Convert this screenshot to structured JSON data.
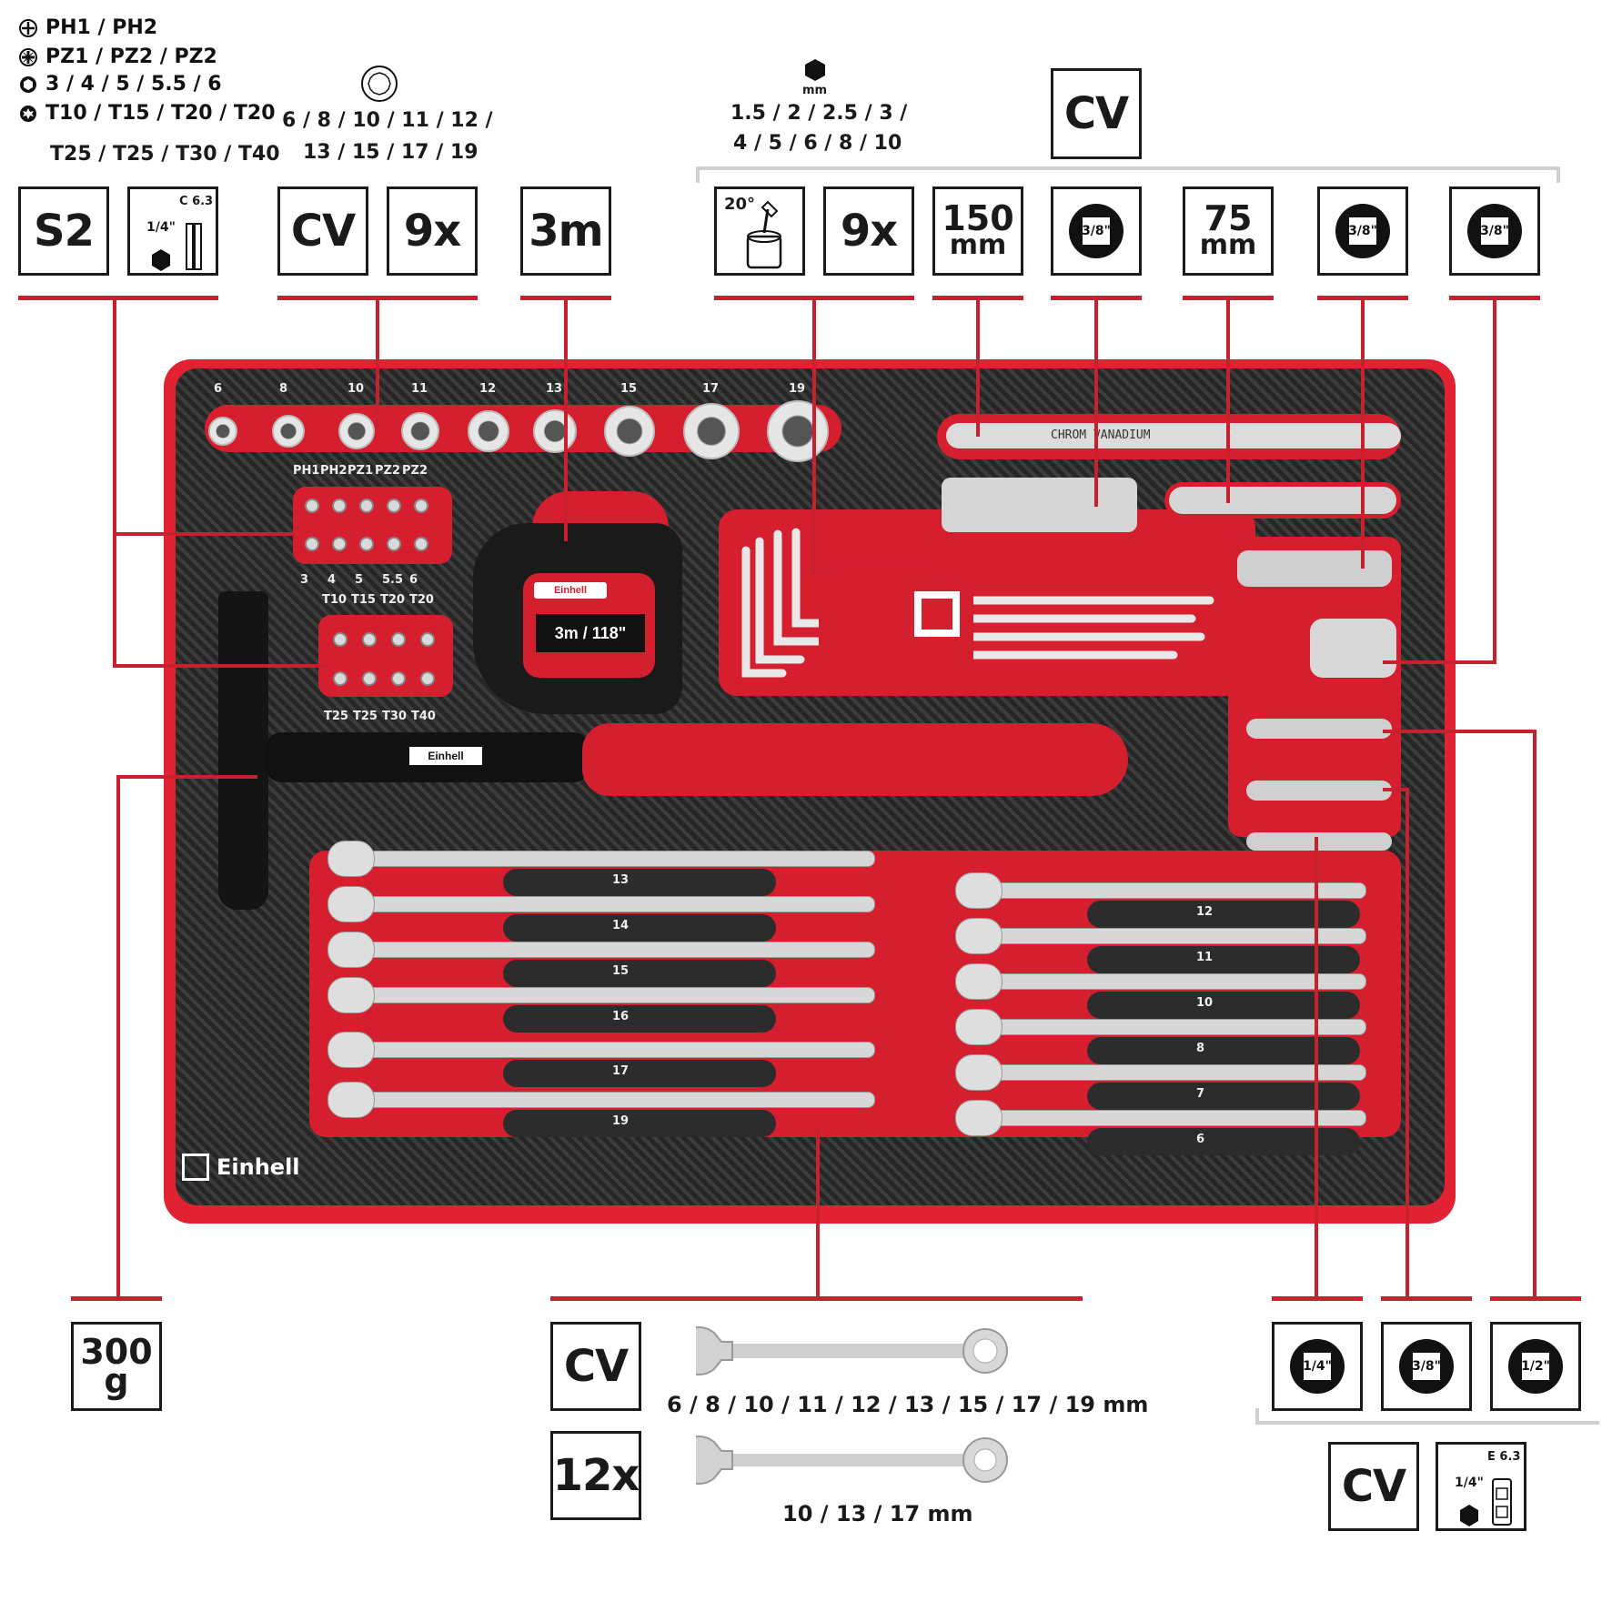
{
  "legend": {
    "ph": "PH1 / PH2",
    "pz": "PZ1 / PZ2 / PZ2",
    "hex": "3 / 4 / 5 / 5.5 / 6",
    "torx_1": "T10 / T15 / T20 / T20",
    "torx_2": "T25 / T25 / T30 / T40"
  },
  "sockets_sizes": {
    "line1": "6 / 8 / 10 / 11 / 12 /",
    "line2": "13 / 15 / 17 / 19"
  },
  "hex_keys": {
    "unit": "mm",
    "line1": "1.5 / 2 / 2.5 / 3 /",
    "line2": "4 / 5 / 6 / 8 / 10"
  },
  "badges": {
    "cv_top": "CV",
    "s2": "S2",
    "bit_holder_size": "C 6.3",
    "bit_holder_drive": "1/4\"",
    "cv_sockets": "CV",
    "count_sockets": "9x",
    "tape": "3m",
    "angle": "20°",
    "count_keys": "9x",
    "ext150_num": "150",
    "ext150_unit": "mm",
    "drive_38_a": "3/8\"",
    "ext75_num": "75",
    "ext75_unit": "mm",
    "drive_38_b": "3/8\"",
    "drive_38_c": "3/8\"",
    "hammer_num": "300",
    "hammer_unit": "g",
    "cv_wrench": "CV",
    "count_wrench": "12x",
    "drive_14": "1/4\"",
    "drive_38_d": "3/8\"",
    "drive_12": "1/2\"",
    "cv_adapter": "CV",
    "adapter_size": "E 6.3",
    "adapter_drive": "1/4\""
  },
  "wrench_sizes": "6 / 8 / 10 / 11 / 12 / 13 / 15 / 17 / 19 mm",
  "ratchet_sizes": "10 / 13 / 17 mm",
  "tray": {
    "brand": "Einhell",
    "socket_labels": [
      "6",
      "8",
      "10",
      "11",
      "12",
      "13",
      "15",
      "17",
      "19"
    ],
    "bit_row1": [
      "PH1",
      "PH2",
      "PZ1",
      "PZ2",
      "PZ2"
    ],
    "bit_row2": [
      "3",
      "4",
      "5",
      "5.5",
      "6"
    ],
    "bit_row3": [
      "T10",
      "T15",
      "T20",
      "T20"
    ],
    "bit_row4": [
      "T25",
      "T25",
      "T30",
      "T40"
    ],
    "tape_text": "3m / 118\"",
    "extension_text": "CHROM VANADIUM",
    "wrench_left": [
      "13",
      "14",
      "15",
      "16",
      "17",
      "19"
    ],
    "wrench_right": [
      "12",
      "11",
      "10",
      "8",
      "7",
      "6"
    ]
  },
  "colors": {
    "accent": "#c8202f",
    "foam": "#2c2c2c",
    "tray_red": "#e02233"
  }
}
